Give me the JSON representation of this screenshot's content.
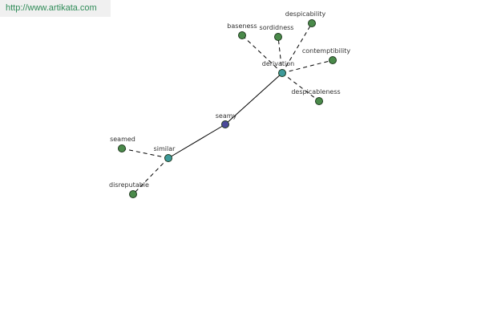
{
  "watermark": {
    "url": "http://www.artikata.com"
  },
  "colors": {
    "leaf": "#4a8a4a",
    "hub": "#3e9a9a",
    "center": "#4a4a9a",
    "stroke": "#1f3a1f",
    "edge": "#000000"
  },
  "nodes": [
    {
      "id": "seamy",
      "label": "seamy",
      "kind": "center"
    },
    {
      "id": "derivation",
      "label": "derivation",
      "kind": "hub"
    },
    {
      "id": "similar",
      "label": "similar",
      "kind": "hub"
    },
    {
      "id": "baseness",
      "label": "baseness",
      "kind": "leaf"
    },
    {
      "id": "sordidness",
      "label": "sordidness",
      "kind": "leaf"
    },
    {
      "id": "despicability",
      "label": "despicability",
      "kind": "leaf"
    },
    {
      "id": "contemptibility",
      "label": "contemptibility",
      "kind": "leaf"
    },
    {
      "id": "despicableness",
      "label": "despicableness",
      "kind": "leaf"
    },
    {
      "id": "seamed",
      "label": "seamed",
      "kind": "leaf"
    },
    {
      "id": "disreputable",
      "label": "disreputable",
      "kind": "leaf"
    }
  ],
  "edges": [
    {
      "from": "seamy",
      "to": "derivation",
      "style": "solid"
    },
    {
      "from": "seamy",
      "to": "similar",
      "style": "solid"
    },
    {
      "from": "derivation",
      "to": "baseness",
      "style": "dashed"
    },
    {
      "from": "derivation",
      "to": "sordidness",
      "style": "dashed"
    },
    {
      "from": "derivation",
      "to": "despicability",
      "style": "dashed"
    },
    {
      "from": "derivation",
      "to": "contemptibility",
      "style": "dashed"
    },
    {
      "from": "derivation",
      "to": "despicableness",
      "style": "dashed"
    },
    {
      "from": "similar",
      "to": "seamed",
      "style": "dashed"
    },
    {
      "from": "similar",
      "to": "disreputable",
      "style": "dashed"
    }
  ]
}
